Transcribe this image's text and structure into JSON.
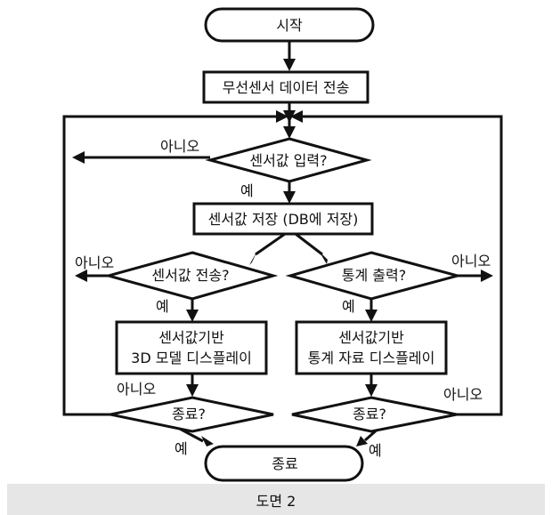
{
  "nodes": {
    "start": "시작",
    "transmit_data": "무선센서 데이터 전송",
    "input_check": "센서값 입력?",
    "store": "센서값 저장 (DB에 저장)",
    "send_check": "센서값 전송?",
    "stats_check": "통계 출력?",
    "display_3d_line1": "센서값기반",
    "display_3d_line2": "3D 모델 디스플레이",
    "display_stats_line1": "센서값기반",
    "display_stats_line2": "통계 자료 디스플레이",
    "end_check_left": "종료?",
    "end_check_right": "종료?",
    "end": "종료"
  },
  "labels": {
    "yes": "예",
    "no": "아니오"
  },
  "caption": "도면 2"
}
